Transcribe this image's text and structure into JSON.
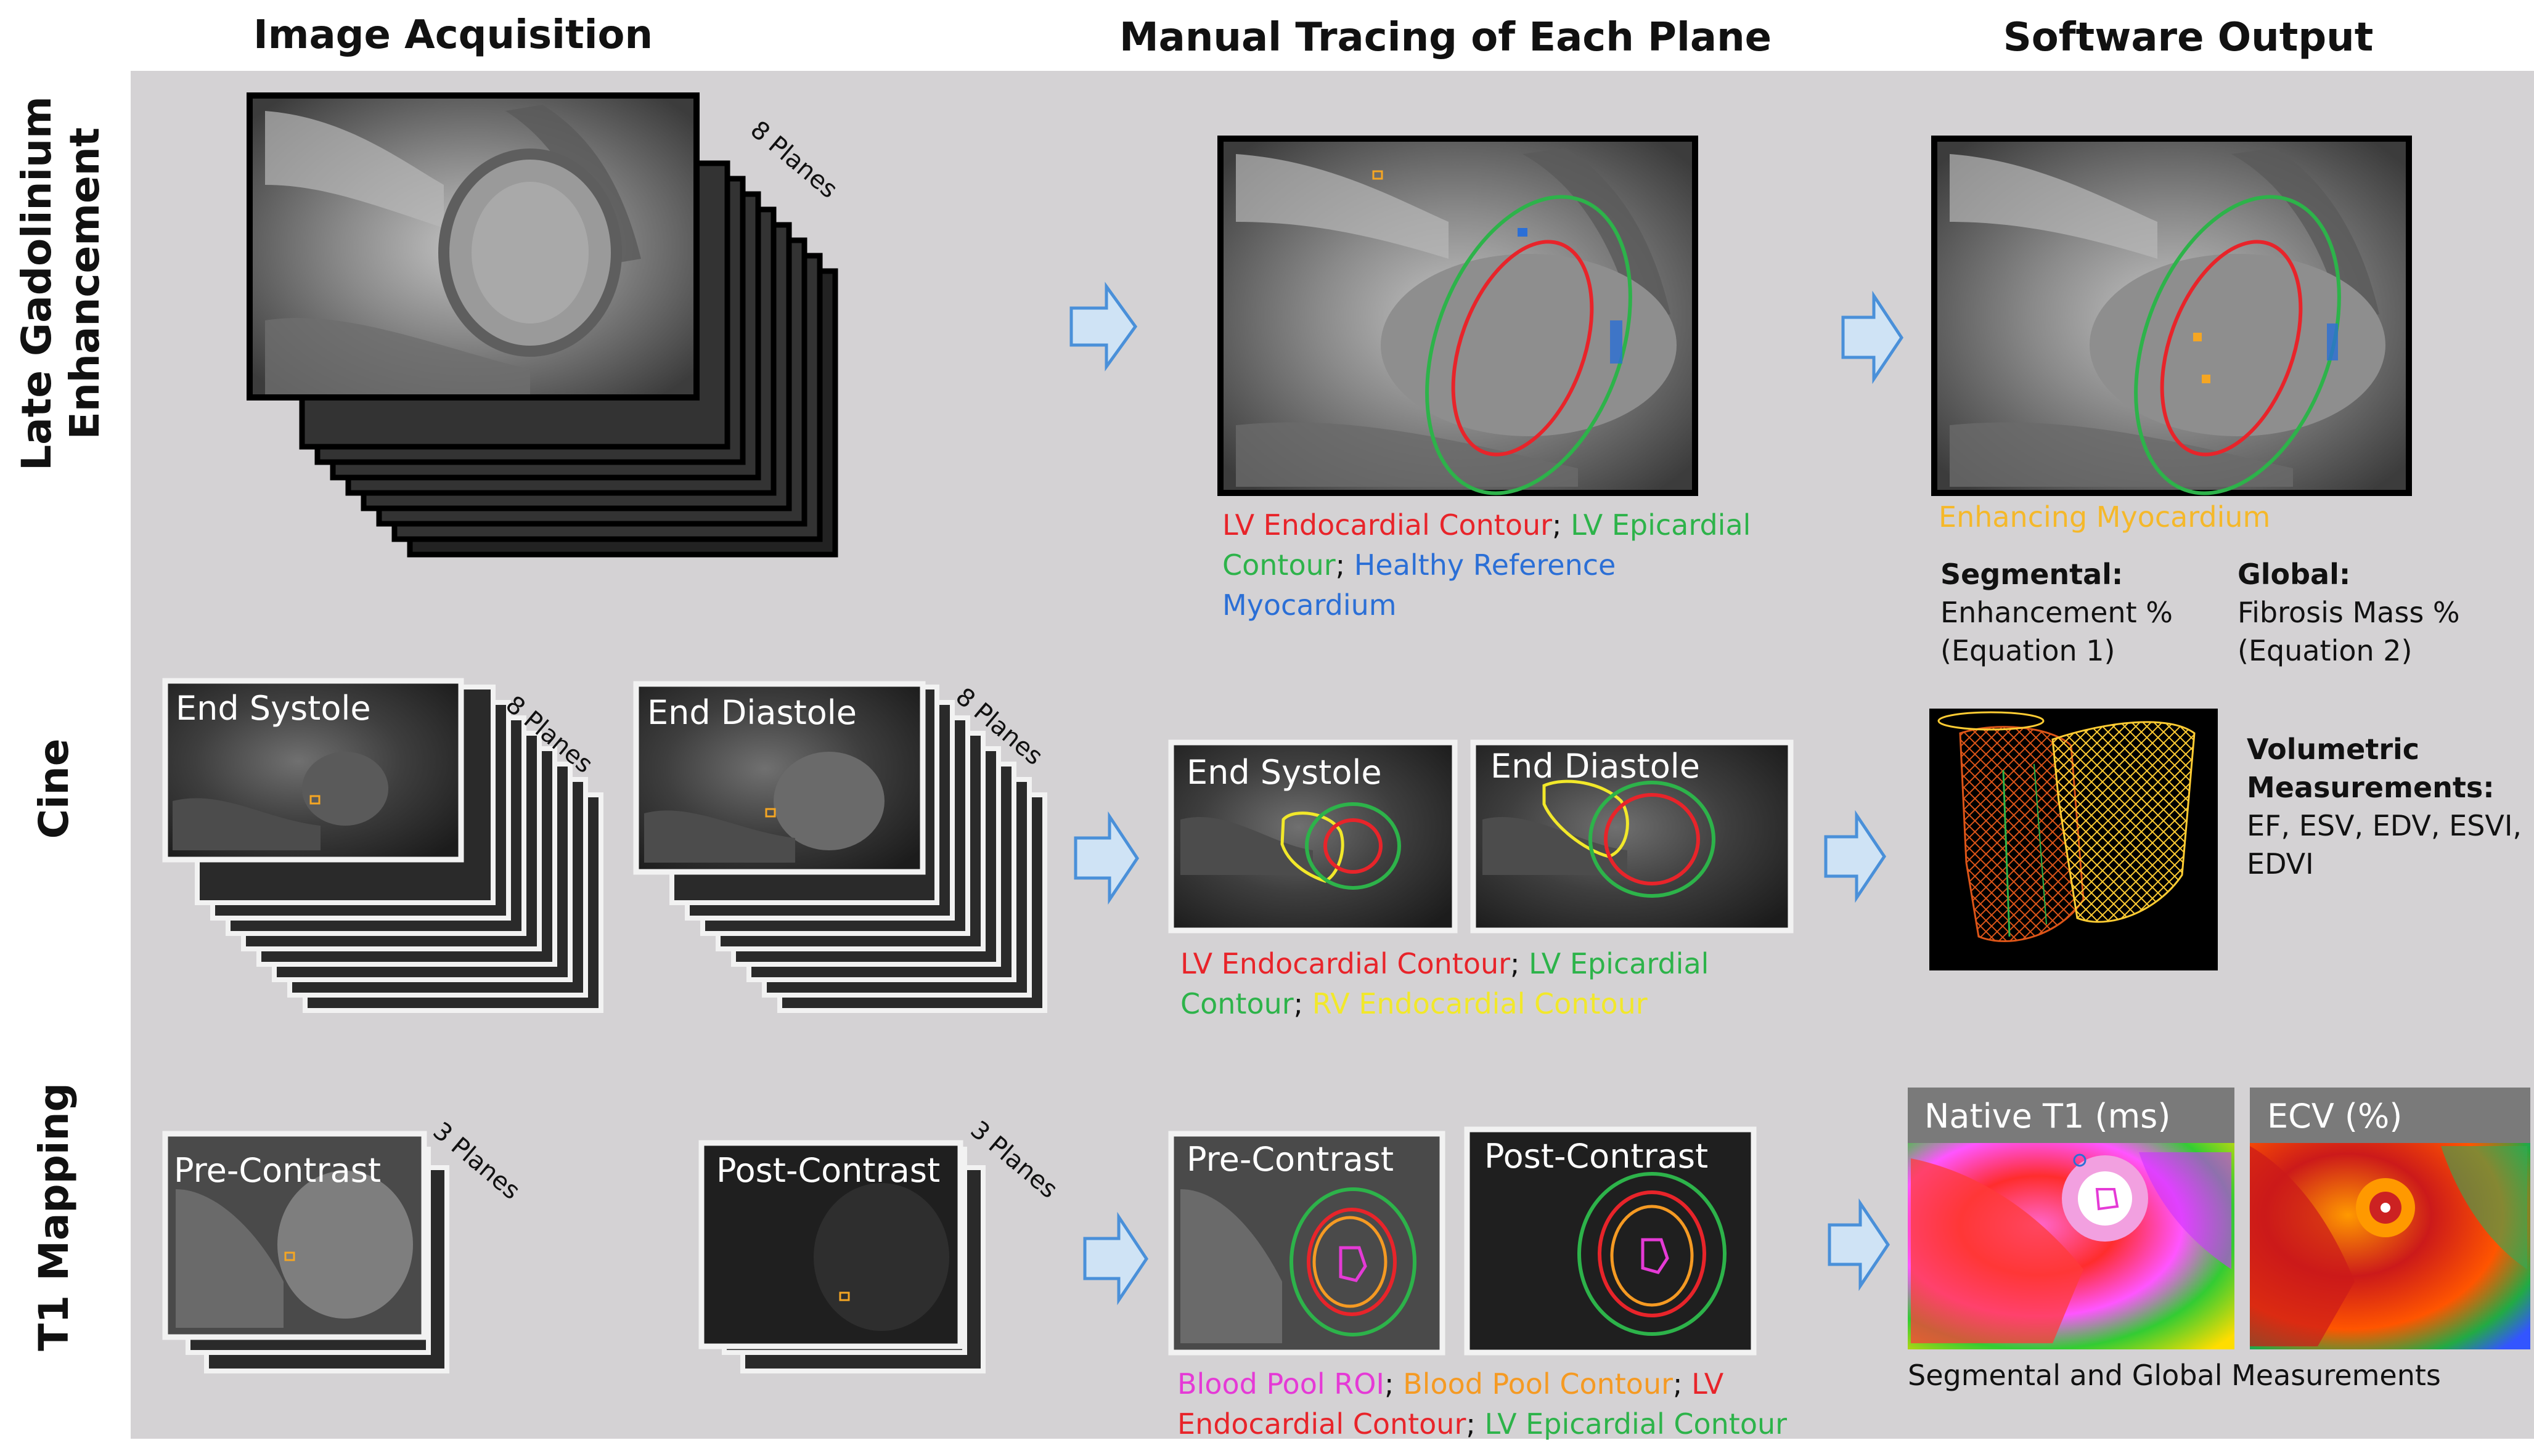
{
  "columns": {
    "acquisition": "Image Acquisition",
    "tracing": "Manual Tracing of Each Plane",
    "output": "Software Output"
  },
  "rows": {
    "lge": [
      "Late Gadolinium",
      "Enhancement"
    ],
    "cine": "Cine",
    "t1": "T1 Mapping"
  },
  "lge": {
    "planes": "8 Planes",
    "legend": [
      {
        "text": "LV Endocardial Contour",
        "color": "#e8242a"
      },
      {
        "text": "; ",
        "color": "#111111"
      },
      {
        "text": "LV Epicardial",
        "color": "#2db34a"
      },
      {
        "text": "Contour",
        "color": "#2db34a"
      },
      {
        "text": "; ",
        "color": "#111111"
      },
      {
        "text": "Healthy Reference",
        "color": "#2b6fd6"
      },
      {
        "text": "Myocardium",
        "color": "#2b6fd6"
      }
    ],
    "enhancing": "Enhancing Myocardium",
    "segmental_title": "Segmental:",
    "segmental_1": "Enhancement %",
    "segmental_2": "(Equation 1)",
    "global_title": "Global:",
    "global_1": "Fibrosis Mass %",
    "global_2": "(Equation 2)"
  },
  "cine": {
    "end_systole": "End Systole",
    "end_diastole": "End Diastole",
    "planes": "8 Planes",
    "legend_line1": [
      {
        "text": "LV Endocardial Contour",
        "color": "#e8242a"
      },
      {
        "text": "; ",
        "color": "#111111"
      },
      {
        "text": "LV Epicardial",
        "color": "#2db34a"
      }
    ],
    "legend_line2": [
      {
        "text": "Contour",
        "color": "#2db34a"
      },
      {
        "text": "; ",
        "color": "#111111"
      },
      {
        "text": "RV Endocardial Contour",
        "color": "#f2e82a"
      }
    ],
    "vol_title_1": "Volumetric",
    "vol_title_2": "Measurements:",
    "vol_1": "EF, ESV, EDV, ESVI,",
    "vol_2": "EDVI"
  },
  "t1": {
    "pre": "Pre-Contrast",
    "post": "Post-Contrast",
    "planes": "3 Planes",
    "legend_line1": [
      {
        "text": "Blood Pool ROI",
        "color": "#e53ad6"
      },
      {
        "text": "; ",
        "color": "#111111"
      },
      {
        "text": "Blood Pool Contour",
        "color": "#f59a23"
      },
      {
        "text": "; ",
        "color": "#111111"
      },
      {
        "text": "LV",
        "color": "#e8242a"
      }
    ],
    "legend_line2": [
      {
        "text": "Endocardial Contour",
        "color": "#e8242a"
      },
      {
        "text": "; ",
        "color": "#111111"
      },
      {
        "text": "LV Epicardial Contour",
        "color": "#2db34a"
      }
    ],
    "native_t1": "Native T1  (ms)",
    "ecv": "ECV (%)",
    "measurements": "Segmental and Global Measurements"
  },
  "colors": {
    "panel_bg": "#d4d2d4",
    "arrow_fill": "#cfe3f5",
    "arrow_stroke": "#4a90d9",
    "endo": "#e8242a",
    "epi": "#2db34a",
    "reference": "#2b6fd6",
    "enhancing": "#f5a623",
    "rv": "#f2e82a",
    "blood_pool_roi": "#e53ad6",
    "blood_pool_contour": "#f59a23"
  }
}
